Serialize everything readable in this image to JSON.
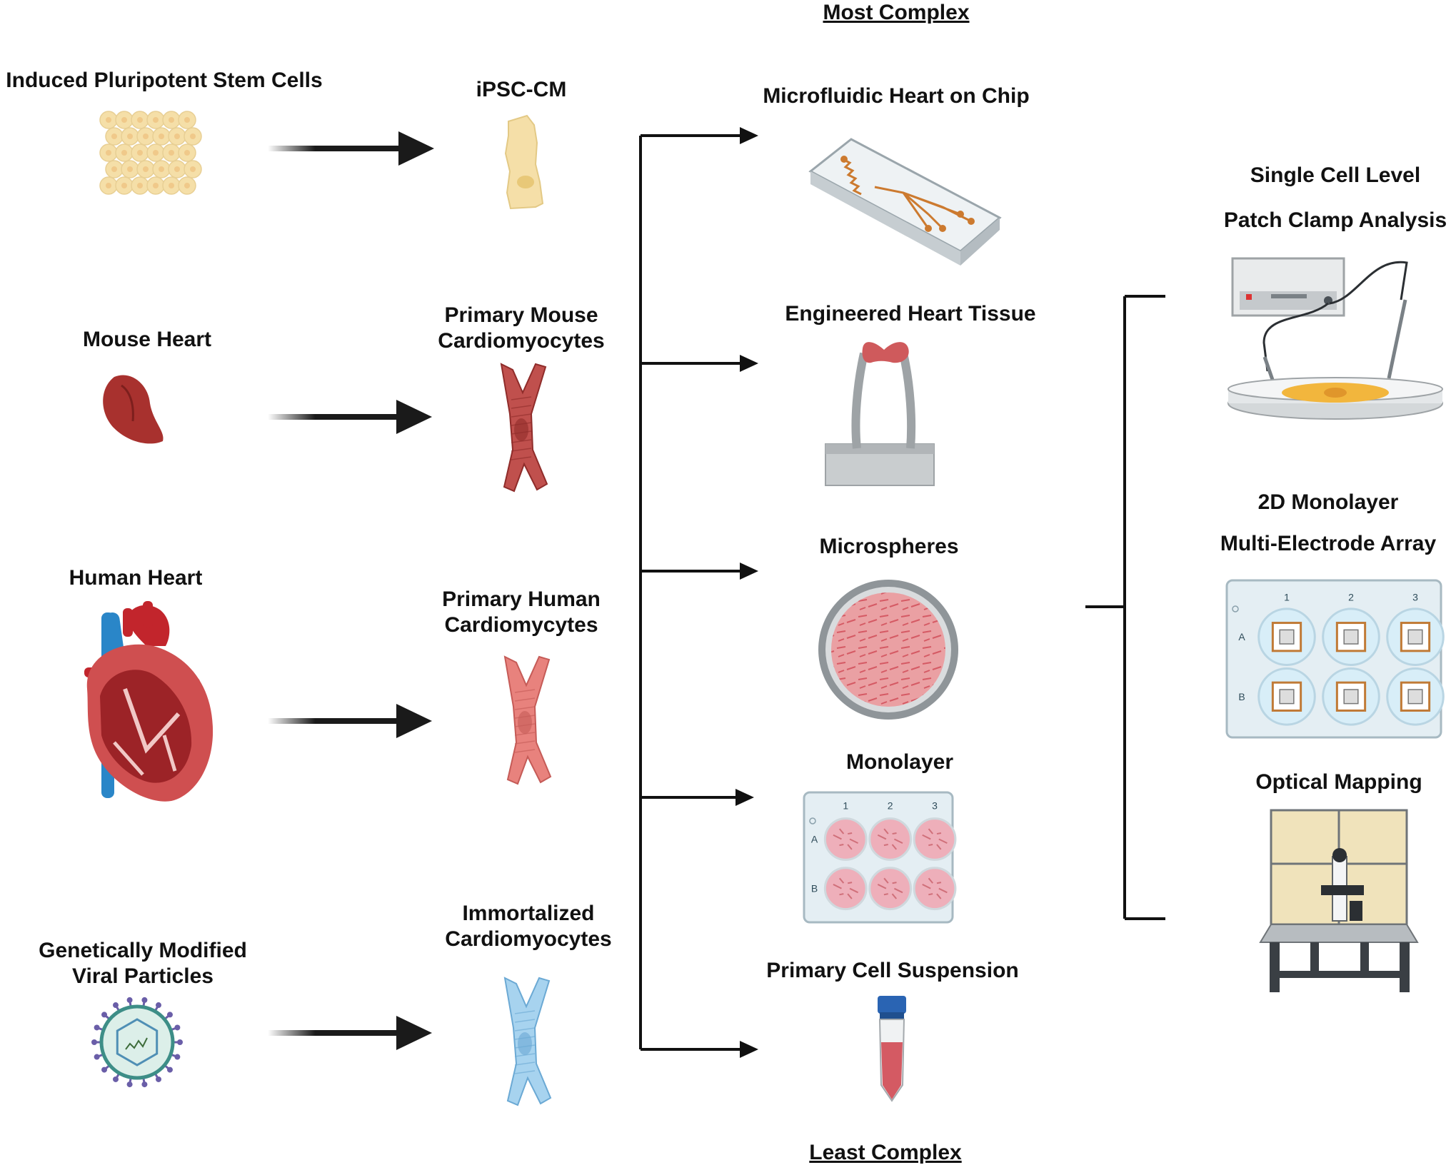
{
  "header": {
    "top": "Most Complex",
    "bottom": "Least Complex"
  },
  "sources": [
    {
      "label": "Induced Pluripotent Stem Cells"
    },
    {
      "label": "Mouse Heart"
    },
    {
      "label": "Human Heart"
    },
    {
      "label_lines": [
        "Genetically Modified",
        "Viral Particles"
      ]
    }
  ],
  "cells": [
    {
      "label": "iPSC-CM"
    },
    {
      "label_lines": [
        "Primary Mouse",
        "Cardiomyocytes"
      ]
    },
    {
      "label_lines": [
        "Primary Human",
        "Cardiomycytes"
      ]
    },
    {
      "label_lines": [
        "Immortalized",
        "Cardiomyocytes"
      ]
    }
  ],
  "models": [
    {
      "label": "Microfluidic Heart on Chip"
    },
    {
      "label": "Engineered Heart Tissue"
    },
    {
      "label": "Microspheres"
    },
    {
      "label": "Monolayer"
    },
    {
      "label": "Primary Cell Suspension"
    }
  ],
  "plate_labels": {
    "cols": [
      "1",
      "2",
      "3"
    ],
    "rows": [
      "A",
      "B"
    ]
  },
  "assays": [
    {
      "title": "Single Cell Level",
      "label": "Patch Clamp Analysis"
    },
    {
      "title": "2D Monolayer",
      "label": "Multi-Electrode Array"
    },
    {
      "label": "Optical Mapping"
    }
  ],
  "colors": {
    "ipsc": "#f5dfa8",
    "mouse": "#a8312e",
    "primary_mouse_cm": "#c0504d",
    "primary_human_cm": "#e8827d",
    "immortalized_cm": "#a7d3ef",
    "arrow": "#1a1a1a",
    "line": "#111111"
  }
}
